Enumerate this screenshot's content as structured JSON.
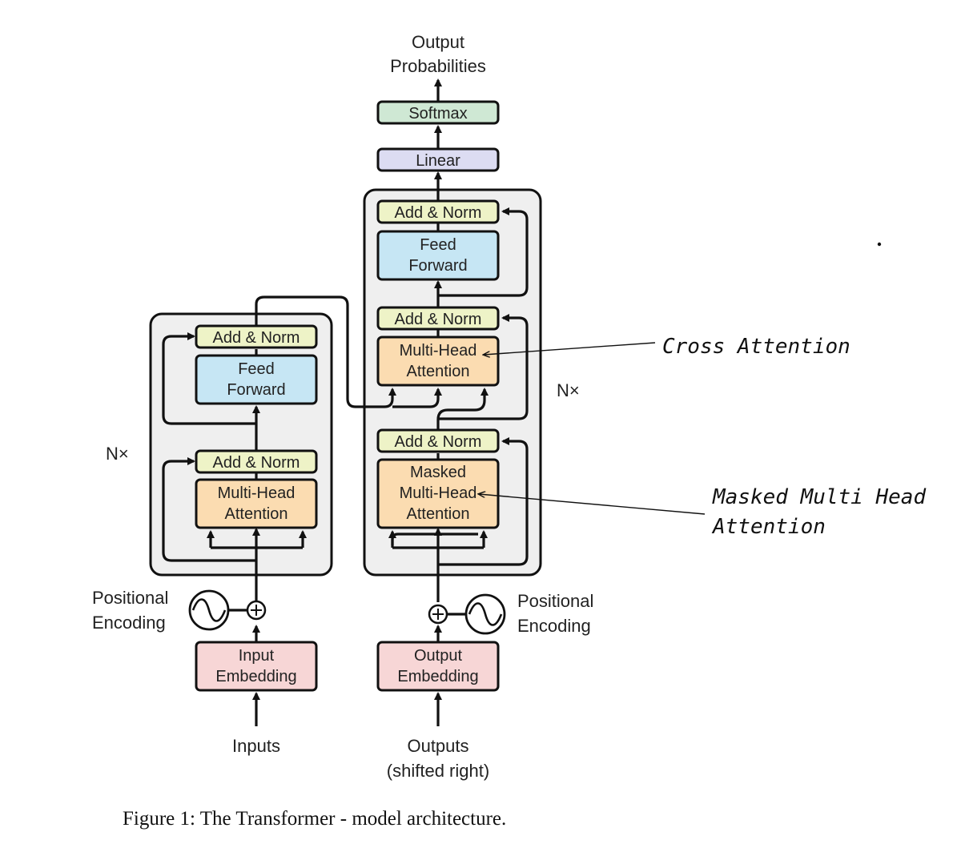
{
  "top_output": [
    "Output",
    "Probabilities"
  ],
  "softmax": "Softmax",
  "linear": "Linear",
  "add_norm": "Add & Norm",
  "feed_forward": [
    "Feed",
    "Forward"
  ],
  "multi_head": [
    "Multi-Head",
    "Attention"
  ],
  "masked_multi_head": [
    "Masked",
    "Multi-Head",
    "Attention"
  ],
  "nx": "N×",
  "positional_encoding": [
    "Positional",
    "Encoding"
  ],
  "input_embedding": [
    "Input",
    "Embedding"
  ],
  "output_embedding": [
    "Output",
    "Embedding"
  ],
  "inputs": "Inputs",
  "outputs": [
    "Outputs",
    "(shifted right)"
  ],
  "annotation_cross": "Cross Attention",
  "annotation_masked": [
    "Masked Multi Head",
    "Attention"
  ],
  "caption": "Figure 1: The Transformer - model architecture.",
  "colors": {
    "softmax": "#cfe8d4",
    "linear": "#dcdcf2",
    "add_norm": "#eef3c7",
    "feed_forward": "#c6e6f4",
    "attention": "#fbdcb1",
    "embedding": "#f7d6d6",
    "stack": "#efefef"
  }
}
